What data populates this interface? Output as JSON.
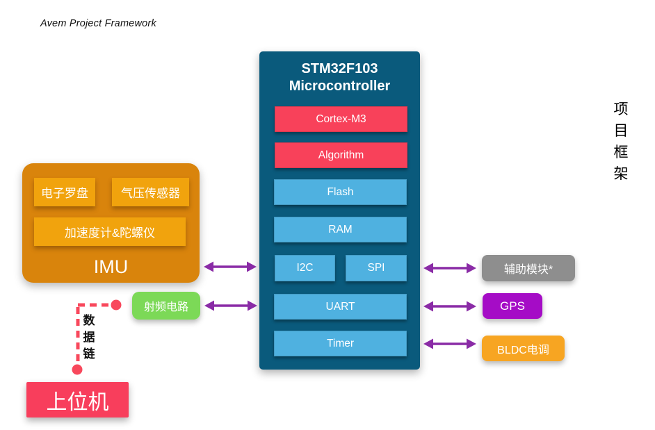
{
  "caption": "Avem Project Framework",
  "side_title": {
    "label": "项目框架",
    "chars": [
      "项",
      "目",
      "框",
      "架"
    ]
  },
  "mcu": {
    "title_line1": "STM32F103",
    "title_line2": "Microcontroller",
    "core": [
      "Cortex-M3",
      "Algorithm"
    ],
    "peripherals": [
      "Flash",
      "RAM",
      "I2C",
      "SPI",
      "UART",
      "Timer"
    ]
  },
  "imu": {
    "label": "IMU",
    "sensors": [
      "电子罗盘",
      "气压传感器",
      "加速度计&陀螺仪"
    ]
  },
  "rf": {
    "label": "射频电路"
  },
  "aux": {
    "label": "辅助模块*"
  },
  "gps": {
    "label": "GPS"
  },
  "bldc": {
    "label": "BLDC电调"
  },
  "host": {
    "label": "上位机"
  },
  "data_link": {
    "label": "数据链",
    "chars": [
      "数",
      "据",
      "链"
    ]
  },
  "colors": {
    "mcu_bg": "#0a5a7c",
    "core_block": "#f8415a",
    "peripheral_block": "#4fb1e0",
    "imu_bg": "#d9840c",
    "imu_sensor": "#f1a30d",
    "rf_bg": "#7cd957",
    "aux_bg": "#8e8e8e",
    "gps_bg": "#a50cc6",
    "bldc_bg": "#f7a522",
    "host_bg": "#f83e5c",
    "arrow": "#8a2ba6",
    "data_link": "#f8485c"
  }
}
